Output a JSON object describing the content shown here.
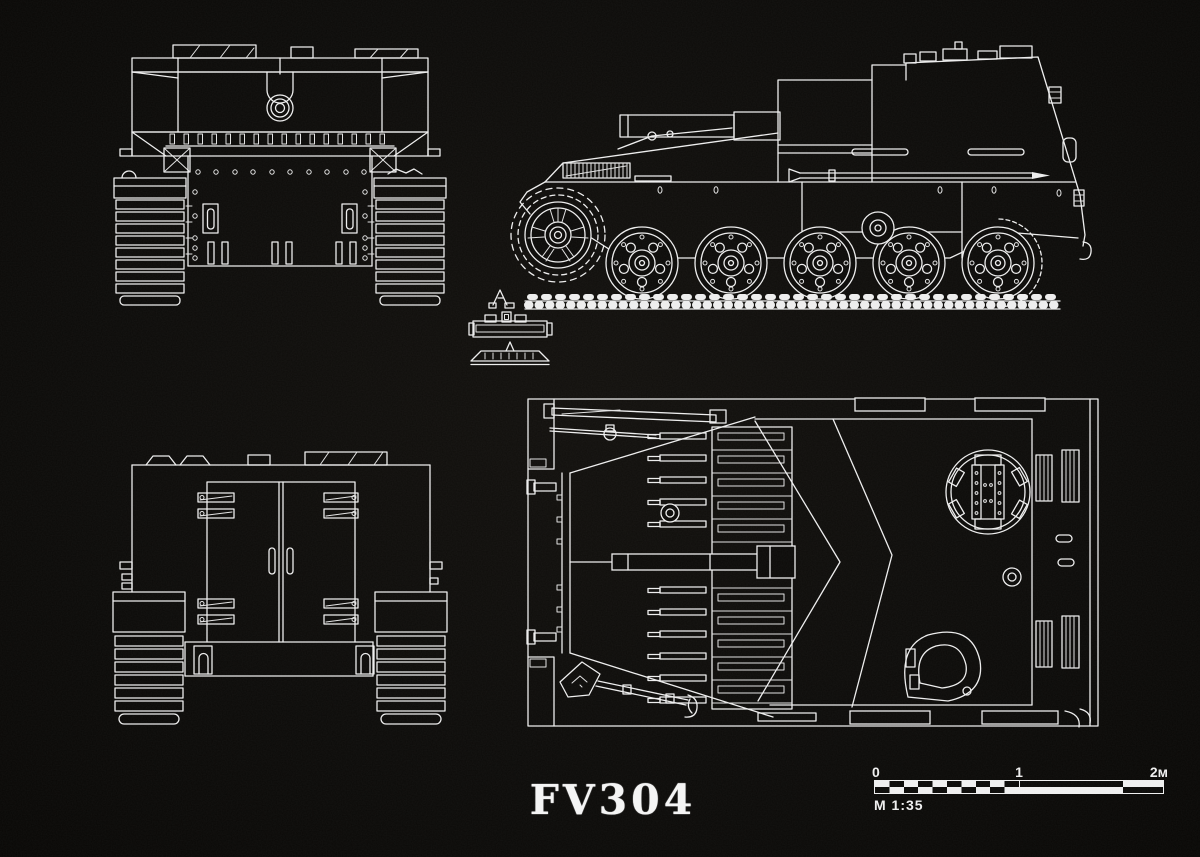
{
  "page": {
    "background_color": "#0b0a08",
    "line_color": "#ededed",
    "description": "Blueprint-style four-view line drawing of the FV304 self-propelled gun on black background"
  },
  "title": {
    "text": "FV304"
  },
  "scale_bar": {
    "tick_labels": {
      "zero": "0",
      "one": "1",
      "two": "2м"
    },
    "ratio_label": "M 1:35"
  },
  "views": {
    "front": "front elevation view",
    "side": "left side elevation view",
    "rear": "rear elevation view",
    "top": "top plan view",
    "detail": "track link detail"
  }
}
